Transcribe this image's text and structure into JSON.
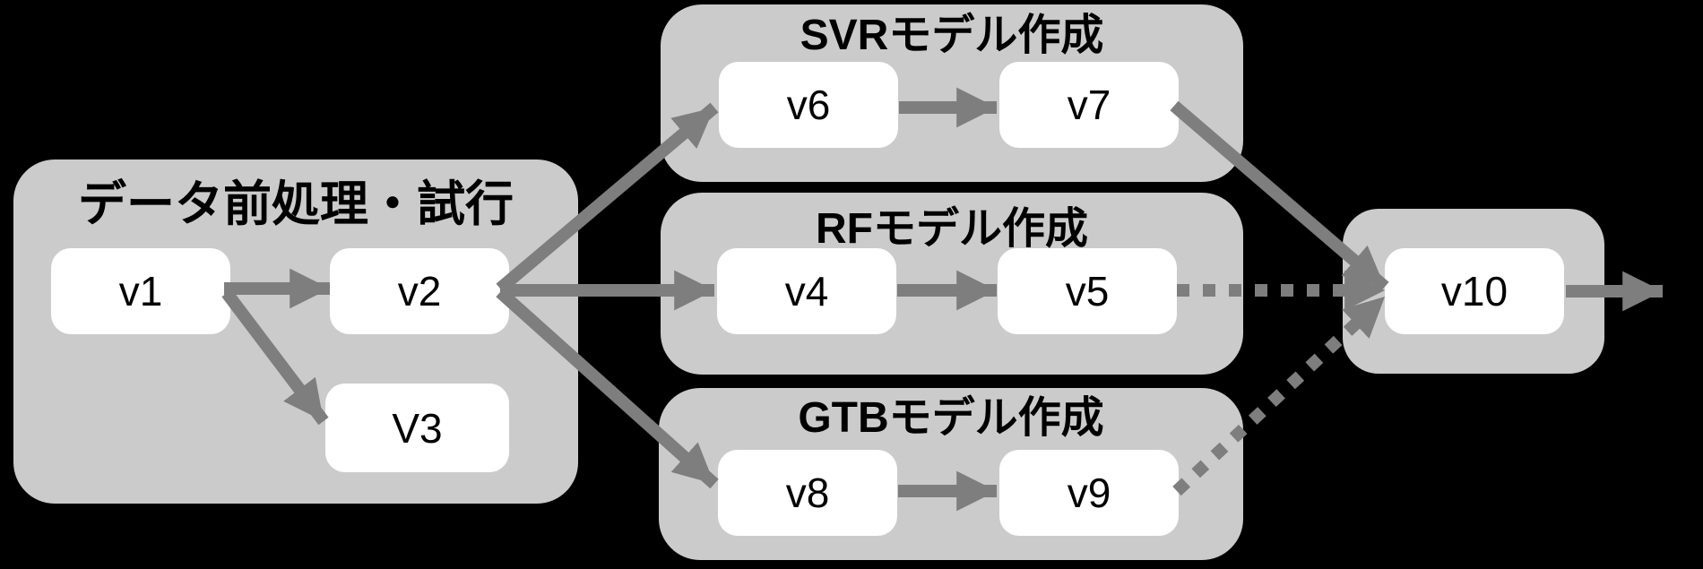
{
  "colors": {
    "background": "#000000",
    "group_fill": "#cbcbcb",
    "node_fill": "#ffffff",
    "arrow": "#7e7e7e",
    "text": "#000000"
  },
  "groups": [
    {
      "id": "preprocess",
      "title": "データ前処理・試行"
    },
    {
      "id": "svr",
      "title": "SVRモデル作成"
    },
    {
      "id": "rf",
      "title": "RFモデル作成"
    },
    {
      "id": "gtb",
      "title": "GTBモデル作成"
    },
    {
      "id": "output",
      "title": ""
    }
  ],
  "nodes": [
    {
      "id": "v1",
      "label": "v1"
    },
    {
      "id": "v2",
      "label": "v2"
    },
    {
      "id": "v3",
      "label": "V3"
    },
    {
      "id": "v4",
      "label": "v4"
    },
    {
      "id": "v5",
      "label": "v5"
    },
    {
      "id": "v6",
      "label": "v6"
    },
    {
      "id": "v7",
      "label": "v7"
    },
    {
      "id": "v8",
      "label": "v8"
    },
    {
      "id": "v9",
      "label": "v9"
    },
    {
      "id": "v10",
      "label": "v10"
    }
  ],
  "edges": [
    {
      "from": "v1",
      "to": "v2",
      "style": "solid"
    },
    {
      "from": "v1",
      "to": "v3",
      "style": "solid"
    },
    {
      "from": "v2",
      "to": "v6",
      "style": "solid"
    },
    {
      "from": "v2",
      "to": "v4",
      "style": "solid"
    },
    {
      "from": "v2",
      "to": "v8",
      "style": "solid"
    },
    {
      "from": "v6",
      "to": "v7",
      "style": "solid"
    },
    {
      "from": "v4",
      "to": "v5",
      "style": "solid"
    },
    {
      "from": "v8",
      "to": "v9",
      "style": "solid"
    },
    {
      "from": "v7",
      "to": "v10",
      "style": "solid"
    },
    {
      "from": "v5",
      "to": "v10",
      "style": "dotted"
    },
    {
      "from": "v9",
      "to": "v10",
      "style": "dotted"
    },
    {
      "from": "v10",
      "to": "out",
      "style": "solid"
    }
  ]
}
